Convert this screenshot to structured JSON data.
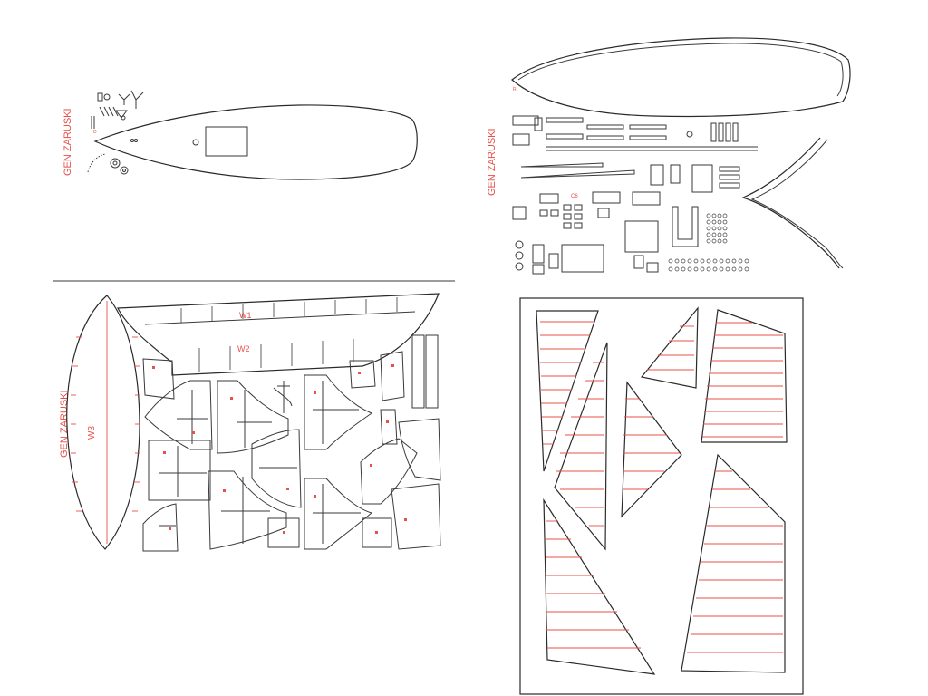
{
  "sheets": {
    "deck_sheet": {
      "title": "GEN ZARUSKI"
    },
    "parts_sheet": {
      "title": "GEN ZARUSKI"
    },
    "frames_sheet": {
      "title": "GEN ZARUSKI",
      "labels": [
        "W1",
        "W2",
        "W3"
      ]
    },
    "sails_sheet": {}
  },
  "colors": {
    "line": "#3a3a3a",
    "accent": "#e8504a",
    "background": "#ffffff"
  }
}
